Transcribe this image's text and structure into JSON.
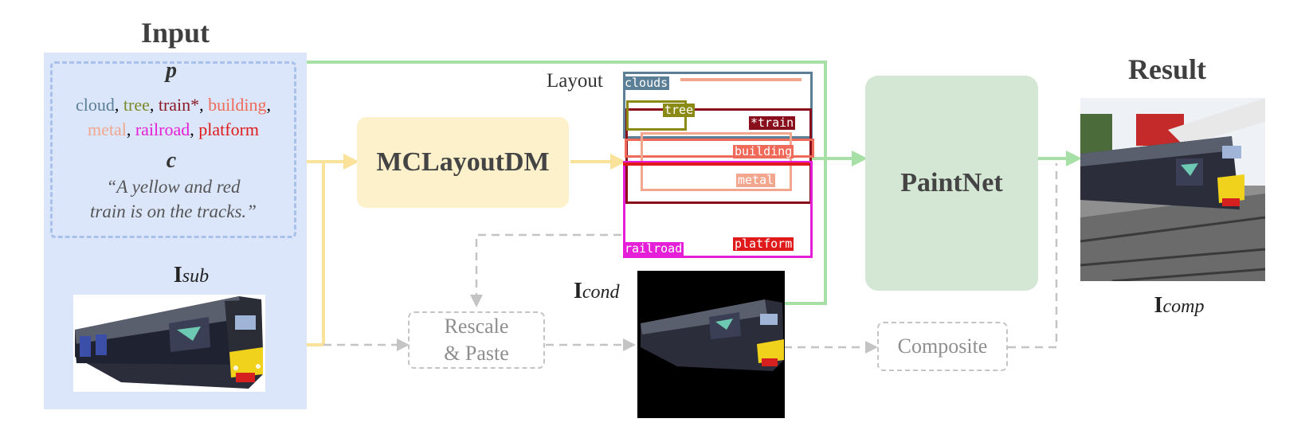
{
  "input": {
    "title": "Input",
    "p_symbol": "p",
    "c_symbol": "c",
    "labels": [
      {
        "text": "cloud",
        "color": "#5b7f96"
      },
      {
        "text": "tree",
        "color": "#7a8a2a"
      },
      {
        "text": "train*",
        "color": "#8a1c26"
      },
      {
        "text": "building",
        "color": "#f06a5a"
      },
      {
        "text": "metal",
        "color": "#f2a68e"
      },
      {
        "text": "railroad",
        "color": "#e51fd8"
      },
      {
        "text": "platform",
        "color": "#e01a1a"
      }
    ],
    "caption_line1": "“A yellow and red",
    "caption_line2": "train is on the tracks.”",
    "sub_label": "I",
    "sub_subscript": "sub"
  },
  "model_box": {
    "label": "MCLayoutDM",
    "color": "#fdf1cc"
  },
  "layout": {
    "label": "Layout",
    "chips": [
      {
        "text": "clouds",
        "color": "#5b7f96"
      },
      {
        "text": "tree",
        "color": "#8a8a14"
      },
      {
        "text": "*train",
        "color": "#8a0f1c"
      },
      {
        "text": "building",
        "color": "#f06a5a"
      },
      {
        "text": "metal",
        "color": "#f2a68e"
      },
      {
        "text": "railroad",
        "color": "#e51fd8"
      },
      {
        "text": "platform",
        "color": "#e01a1a"
      }
    ]
  },
  "cond": {
    "label": "I",
    "subscript": "cond"
  },
  "rescale": {
    "line1": "Rescale",
    "line2": "& Paste"
  },
  "paint_box": {
    "label": "PaintNet",
    "color": "#d4e6d4"
  },
  "composite": {
    "label": "Composite"
  },
  "result": {
    "title": "Result",
    "label": "I",
    "subscript": "comp"
  },
  "colors": {
    "yellow_arrow": "#fbe29a",
    "green_arrow": "#a6e0a6",
    "gray_arrow": "#c4c4c4"
  }
}
